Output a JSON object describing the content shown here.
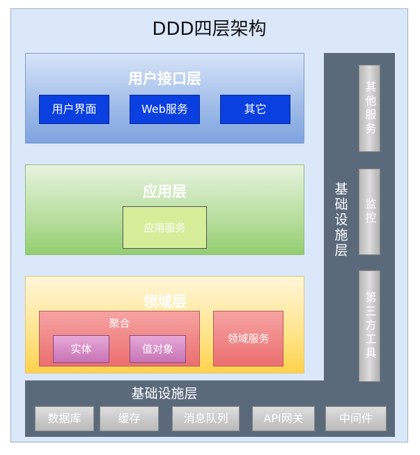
{
  "title": "DDD四层架构",
  "user_interface_layer": {
    "label": "用户接口层",
    "items": [
      "用户界面",
      "Web服务",
      "其它"
    ]
  },
  "application_layer": {
    "label": "应用层",
    "service": "应用服务"
  },
  "domain_layer": {
    "label": "领域层",
    "aggregate": {
      "label": "聚合",
      "items": [
        "实体",
        "值对象"
      ]
    },
    "service": "领域服务"
  },
  "infrastructure_side": {
    "label": "基础设施层",
    "items": [
      "其他服务",
      "监控",
      "第三方工具"
    ]
  },
  "infrastructure_bottom": {
    "label": "基础设施层",
    "items": [
      "数据库",
      "缓存",
      "消息队列",
      "API网关",
      "中间件"
    ]
  }
}
